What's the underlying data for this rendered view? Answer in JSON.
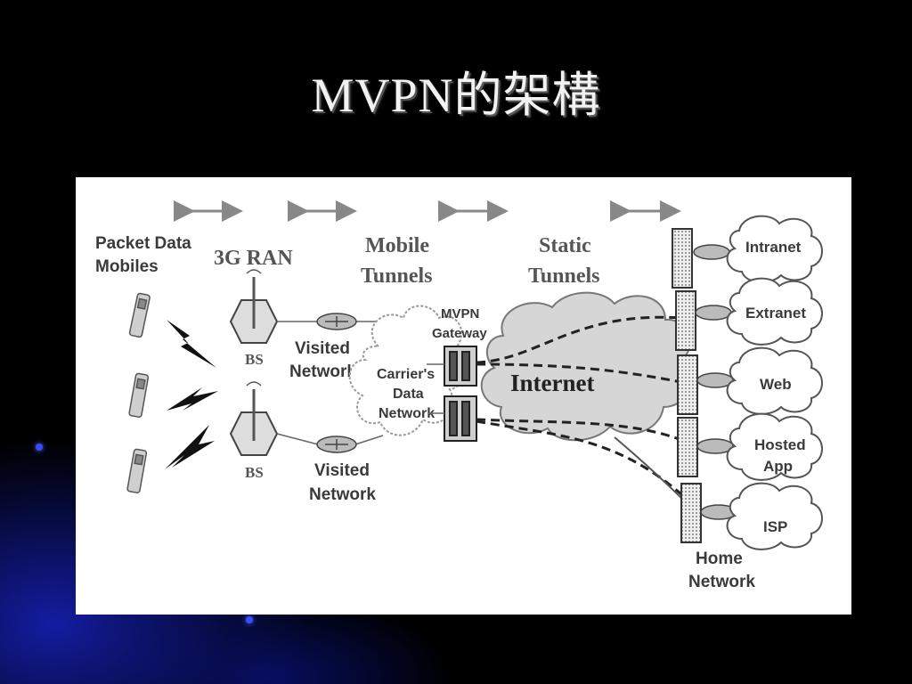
{
  "slide": {
    "title": "MVPN的架構"
  },
  "diagram": {
    "section_labels": {
      "packet_data_mobiles_line1": "Packet Data",
      "packet_data_mobiles_line2": "Mobiles",
      "ran": "3G RAN",
      "mobile_tunnels_line1": "Mobile",
      "mobile_tunnels_line2": "Tunnels",
      "static_tunnels_line1": "Static",
      "static_tunnels_line2": "Tunnels"
    },
    "nodes": {
      "bs_top": "BS",
      "bs_bottom": "BS",
      "visited_network_top_line1": "Visited",
      "visited_network_top_line2": "Network",
      "visited_network_bottom_line1": "Visited",
      "visited_network_bottom_line2": "Network",
      "carrier_line1": "Carrier's",
      "carrier_line2": "Data",
      "carrier_line3": "Network",
      "gateway_line1": "MVPN",
      "gateway_line2": "Gateway",
      "internet": "Internet",
      "home_network_line1": "Home",
      "home_network_line2": "Network"
    },
    "destinations": [
      {
        "line1": "Intranet",
        "line2": ""
      },
      {
        "line1": "Extranet",
        "line2": ""
      },
      {
        "line1": "Web",
        "line2": ""
      },
      {
        "line1": "Hosted",
        "line2": "App"
      },
      {
        "line1": "ISP",
        "line2": ""
      }
    ]
  }
}
